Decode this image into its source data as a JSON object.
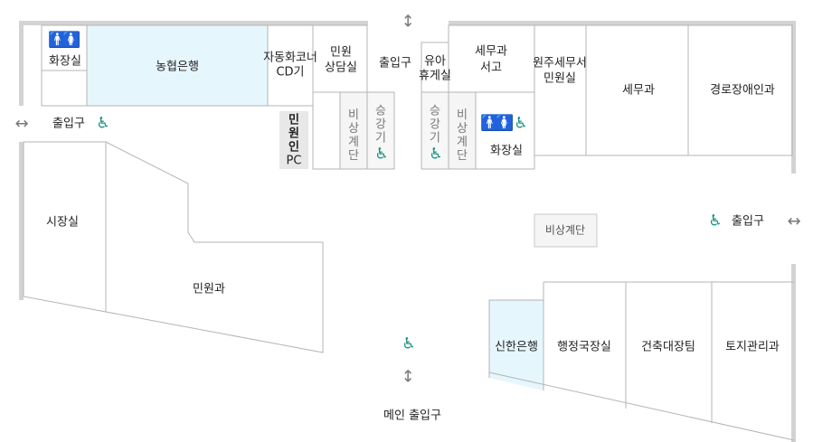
{
  "rooms": {
    "restroom_left": "화장실",
    "nh_bank": "농협은행",
    "atm": "자동화코너",
    "cd": "CD기",
    "counsel_1": "민원",
    "counsel_2": "상담실",
    "entrance_top": "출입구",
    "stairs_left": "비상계단",
    "elevator_left": "승강기",
    "pc": "민원인",
    "pc2": "PC",
    "kids_1": "유아",
    "kids_2": "휴게실",
    "archive_1": "세무과",
    "archive_2": "서고",
    "tax_office_1": "원주세무서",
    "tax_office_2": "민원실",
    "tax_dept": "세무과",
    "senior_dept": "경로장애인과",
    "elevator_right": "승강기",
    "stairs_right": "비상계단",
    "restroom_right": "화장실",
    "entrance_left": "출입구",
    "entrance_right": "출입구",
    "stairs_center": "비상계단",
    "mayor": "시장실",
    "civil": "민원과",
    "shinhan": "신한은행",
    "admin_director": "행정국장실",
    "building": "건축대장팀",
    "land": "토지관리과",
    "main_entrance": "메인 출입구"
  },
  "colors": {
    "wall": "#d3d3d3",
    "line": "#b4b4b4",
    "bank": "#e6f6fd",
    "gray": "#f5f5f5",
    "pc": "#e8e8e8",
    "accessible": "#16907f"
  }
}
